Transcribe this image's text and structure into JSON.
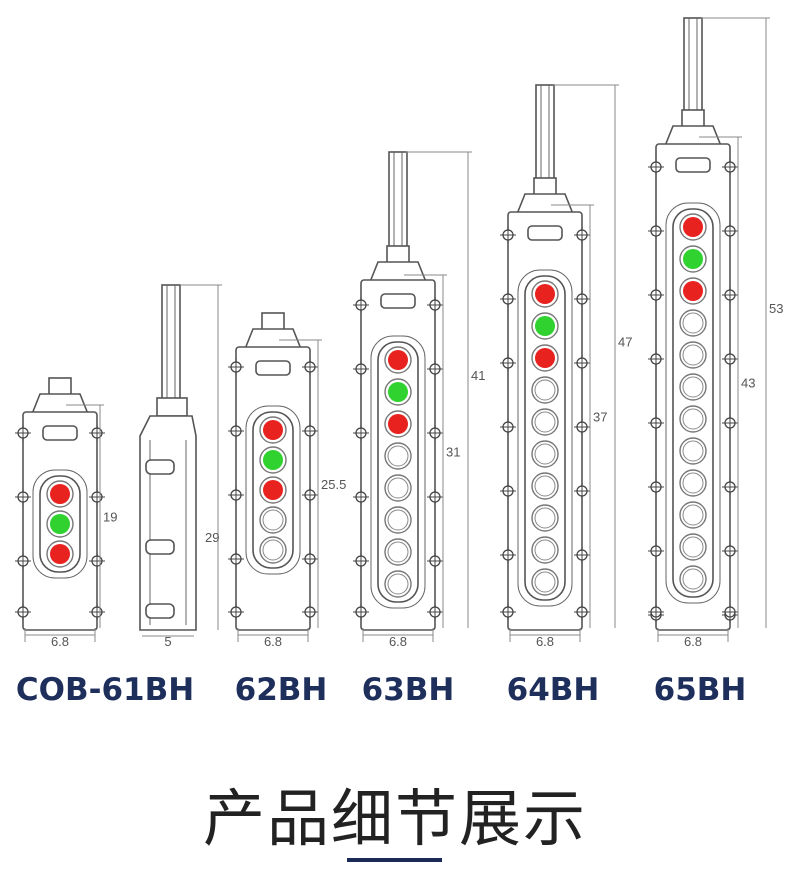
{
  "colors": {
    "red_button": "#e8231f",
    "green_button": "#2fd22f",
    "blank_button": "#ffffff",
    "label_text": "#1f2f5c",
    "footer_bar": "#1b2a57"
  },
  "models": [
    {
      "label": "COB-61BH",
      "width": "6.8",
      "inner_height": "19",
      "buttons": [
        "red",
        "green",
        "red"
      ]
    },
    {
      "label": "",
      "width": "5",
      "total_height": "29",
      "side_view": true
    },
    {
      "label": "62BH",
      "width": "6.8",
      "inner_height": "25.5",
      "buttons": [
        "red",
        "green",
        "red",
        "blank",
        "blank"
      ]
    },
    {
      "label": "63BH",
      "width": "6.8",
      "inner_height": "31",
      "total_height": "41",
      "buttons": [
        "red",
        "green",
        "red",
        "blank",
        "blank",
        "blank",
        "blank",
        "blank"
      ]
    },
    {
      "label": "64BH",
      "width": "6.8",
      "inner_height": "37",
      "total_height": "47",
      "buttons": [
        "red",
        "green",
        "red",
        "blank",
        "blank",
        "blank",
        "blank",
        "blank",
        "blank",
        "blank"
      ]
    },
    {
      "label": "65BH",
      "width": "6.8",
      "inner_height": "43",
      "total_height": "53",
      "buttons": [
        "red",
        "green",
        "red",
        "blank",
        "blank",
        "blank",
        "blank",
        "blank",
        "blank",
        "blank",
        "blank",
        "blank"
      ]
    }
  ],
  "footer": {
    "title": "产品细节展示"
  }
}
